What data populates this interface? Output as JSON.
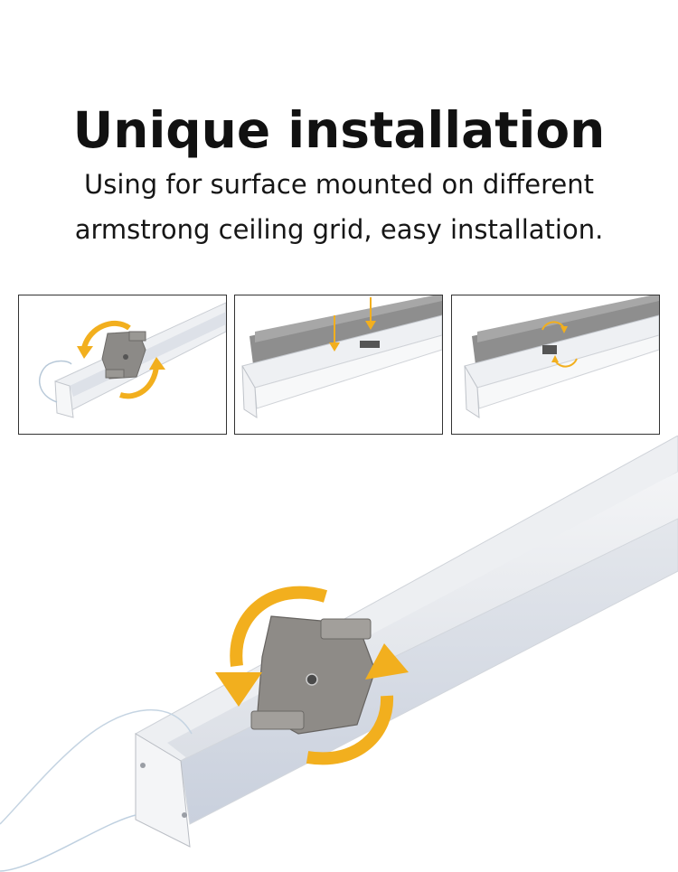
{
  "header": {
    "title": "Unique installation",
    "subtitle_line1": "Using for surface mounted on different",
    "subtitle_line2": "armstrong ceiling grid, easy installation."
  },
  "colors": {
    "arrow": "#F2AF1E",
    "profile": "#E9ECEF",
    "diffuser": "#D9DDE6",
    "panel_gray": "#8E8E8E",
    "bracket": "#8C8A87",
    "border": "#333333"
  },
  "icons": [
    "rotate-arrow-icon",
    "down-arrow-icon"
  ]
}
